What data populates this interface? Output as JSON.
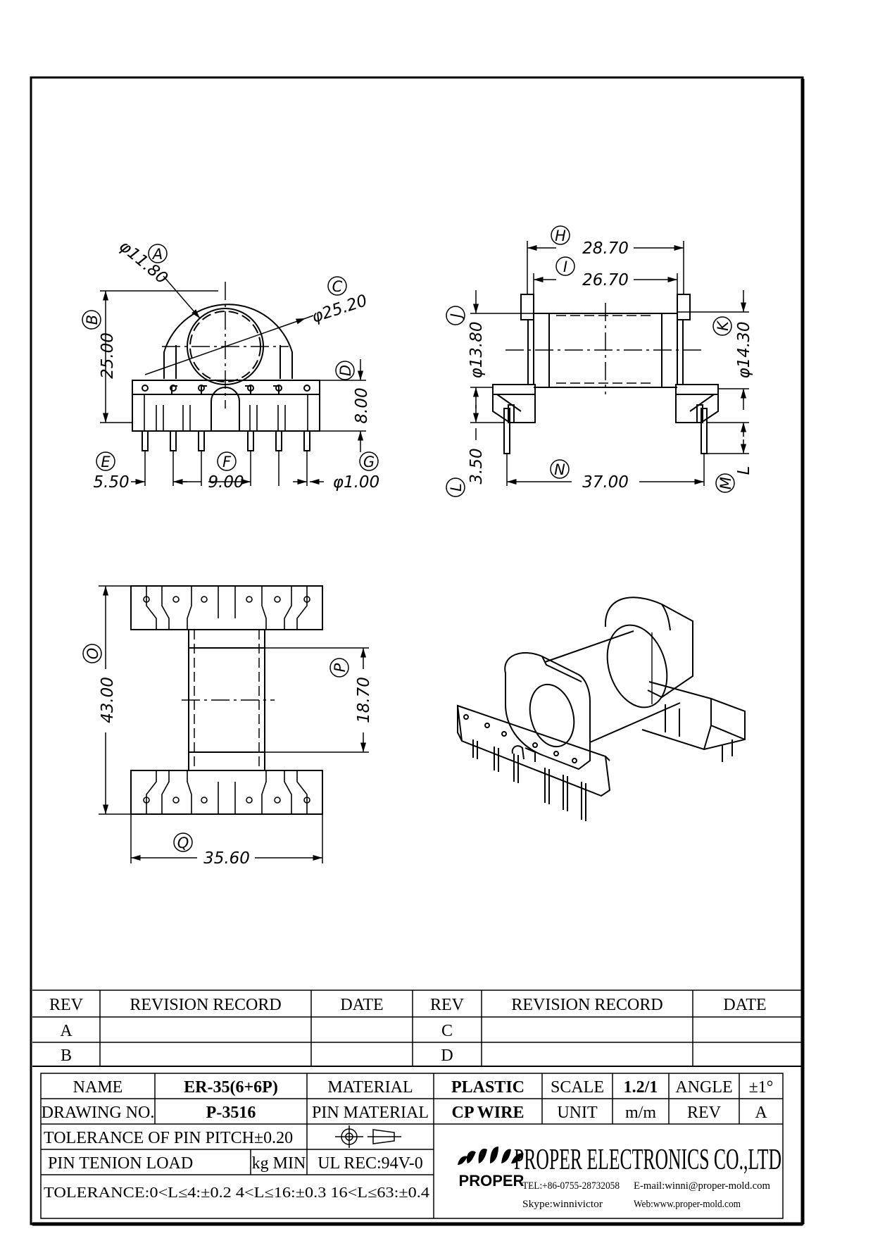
{
  "views": {
    "front": {
      "A": {
        "label": "A",
        "value": "φ11.80"
      },
      "B": {
        "label": "B",
        "value": "25.00"
      },
      "C": {
        "label": "C",
        "value": "φ25.20"
      },
      "D": {
        "label": "D",
        "value": "8.00"
      },
      "E": {
        "label": "E",
        "value": "5.50"
      },
      "F": {
        "label": "F",
        "value": "9.00"
      },
      "G": {
        "label": "G",
        "value": "φ1.00"
      }
    },
    "side": {
      "H": {
        "label": "H",
        "value": "28.70"
      },
      "I": {
        "label": "I",
        "value": "26.70"
      },
      "J": {
        "label": "J",
        "value": "φ13.80"
      },
      "K": {
        "label": "K",
        "value": "φ14.30"
      },
      "L": {
        "label": "L",
        "value": "3.50"
      },
      "M": {
        "label": "M",
        "value": "L"
      },
      "N": {
        "label": "N",
        "value": "37.00"
      }
    },
    "top": {
      "O": {
        "label": "O",
        "value": "43.00"
      },
      "P": {
        "label": "P",
        "value": "18.70"
      },
      "Q": {
        "label": "Q",
        "value": "35.60"
      }
    }
  },
  "revision_table": {
    "headers": [
      "REV",
      "REVISION RECORD",
      "DATE",
      "REV",
      "REVISION RECORD",
      "DATE"
    ],
    "rows": [
      [
        "A",
        "",
        "",
        "C",
        "",
        ""
      ],
      [
        "B",
        "",
        "",
        "D",
        "",
        ""
      ]
    ]
  },
  "title_block": {
    "name_label": "NAME",
    "name_value": "ER-35(6+6P)",
    "material_label": "MATERIAL",
    "material_value": "PLASTIC",
    "scale_label": "SCALE",
    "scale_value": "1.2/1",
    "angle_label": "ANGLE",
    "angle_value": "±1°",
    "drawing_no_label": "DRAWING NO.",
    "drawing_no_value": "P-3516",
    "pin_material_label": "PIN MATERIAL",
    "pin_material_value": "CP WIRE",
    "unit_label": "UNIT",
    "unit_value": "m/m",
    "rev_label": "REV",
    "rev_value": "A",
    "tolerance_pin_pitch": "TOLERANCE OF PIN PITCH±0.20",
    "pin_tension_label": "PIN TENION LOAD",
    "pin_tension_unit": "kg MIN",
    "ul_rec": "UL REC:94V-0",
    "tolerance_general": "TOLERANCE:0<L≤4:±0.2  4<L≤16:±0.3  16<L≤63:±0.4",
    "company": "PROPER ELECTRONICS CO.,LTD",
    "logo_text": "PROPER",
    "tel": "TEL:+86-0755-28732058",
    "email": "E-mail:winni@proper-mold.com",
    "skype": "Skype:winnivictor",
    "web": "Web:www.proper-mold.com"
  }
}
